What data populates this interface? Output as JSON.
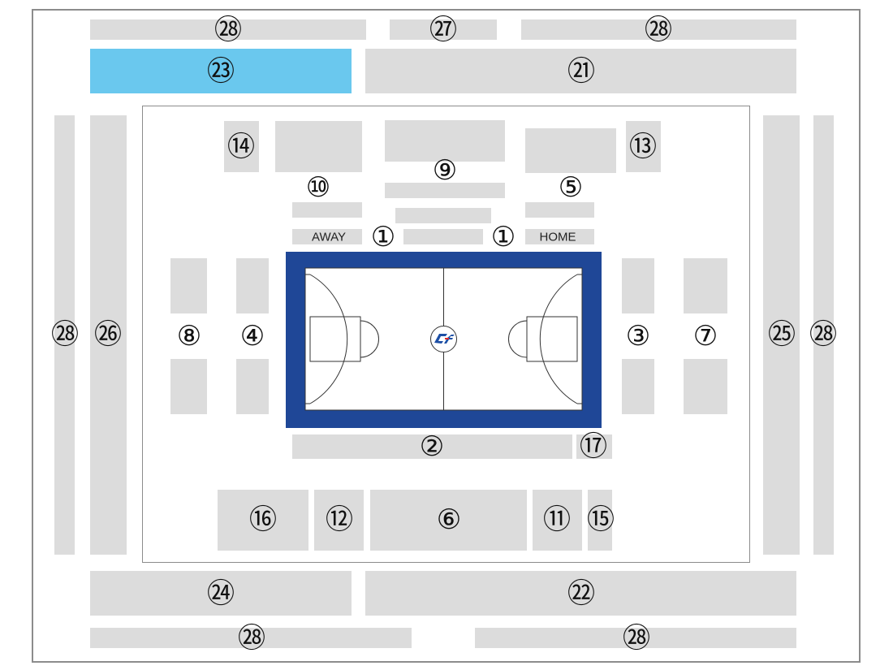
{
  "colors": {
    "seat_block": "#dcdcdc",
    "selected_block": "#6ac8ee",
    "court_border": "#1f4797",
    "court_floor": "#ffffff",
    "court_lines": "#333333",
    "frame": "#8c8c8c",
    "logo_blue": "#1d4fa5",
    "logo_red": "#e12b2b"
  },
  "selected_section": "㉓",
  "labels": {
    "away": "AWAY",
    "home": "HOME"
  },
  "sections": {
    "s28": "㉘",
    "s27": "㉗",
    "s23": "㉓",
    "s21": "㉑",
    "s26": "㉖",
    "s25": "㉕",
    "s24": "㉔",
    "s22": "㉒",
    "s14": "⑭",
    "s13": "⑬",
    "s10": "⑩",
    "s9": "⑨",
    "s5": "⑤",
    "s1": "①",
    "s8": "⑧",
    "s4": "④",
    "s3": "③",
    "s7": "⑦",
    "s2": "②",
    "s17": "⑰",
    "s16": "⑯",
    "s12": "⑫",
    "s6": "⑥",
    "s11": "⑪",
    "s15": "⑮"
  },
  "court": {
    "logo_icon": "team-logo-icon"
  }
}
